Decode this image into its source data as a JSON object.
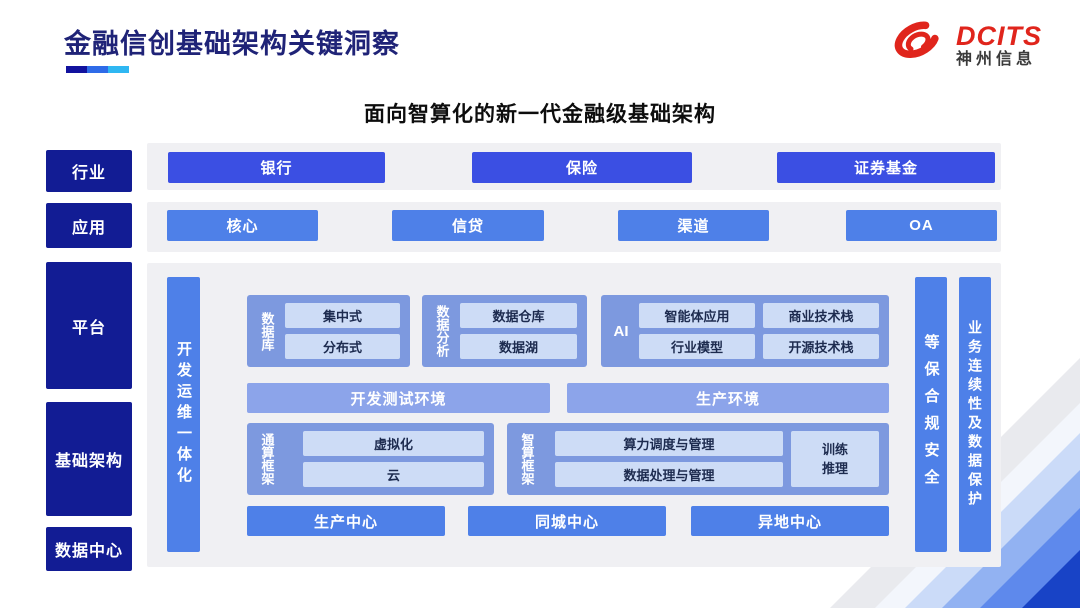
{
  "colors": {
    "brand_red": "#E0251C",
    "title_navy": "#1F2377",
    "layer_navy": "#121C94",
    "industry_blue": "#3B4FE3",
    "app_blue": "#4E80E8",
    "group_blue": "#7D99DF",
    "env_blue": "#8CA4EA",
    "chip_blue": "#CDDCF6",
    "chip_text": "#1D2B4F",
    "strip_gray": "#F0F0F3"
  },
  "header": {
    "title": "金融信创基础架构关键洞察",
    "logo": {
      "brand": "DCITS",
      "company": "神州信息"
    }
  },
  "diagram": {
    "subtitle": "面向智算化的新一代金融级基础架构",
    "layers": [
      {
        "label": "行业"
      },
      {
        "label": "应用"
      },
      {
        "label": "平台"
      },
      {
        "label": "基础架构"
      },
      {
        "label": "数据中心"
      }
    ],
    "industry_items": [
      "银行",
      "保险",
      "证券基金"
    ],
    "application_items": [
      "核心",
      "信贷",
      "渠道",
      "OA"
    ],
    "devops_bar": "开发运维一体化",
    "db_group": {
      "label": "数据库",
      "items": [
        "集中式",
        "分布式"
      ]
    },
    "analytics_group": {
      "label": "数据分析",
      "items": [
        "数据仓库",
        "数据湖"
      ]
    },
    "ai_group": {
      "label": "AI",
      "items": [
        "智能体应用",
        "商业技术栈",
        "行业模型",
        "开源技术栈"
      ]
    },
    "environments": [
      "开发测试环境",
      "生产环境"
    ],
    "general_compute": {
      "label": "通算框架",
      "items": [
        "虚拟化",
        "云"
      ]
    },
    "ai_compute": {
      "label": "智算框架",
      "items": [
        "算力调度与管理",
        "数据处理与管理"
      ],
      "side_item": "训练推理"
    },
    "centers": [
      "生产中心",
      "同城中心",
      "异地中心"
    ],
    "security_bar": "等保合规安全",
    "continuity_bar": "业务连续性及数据保护"
  }
}
